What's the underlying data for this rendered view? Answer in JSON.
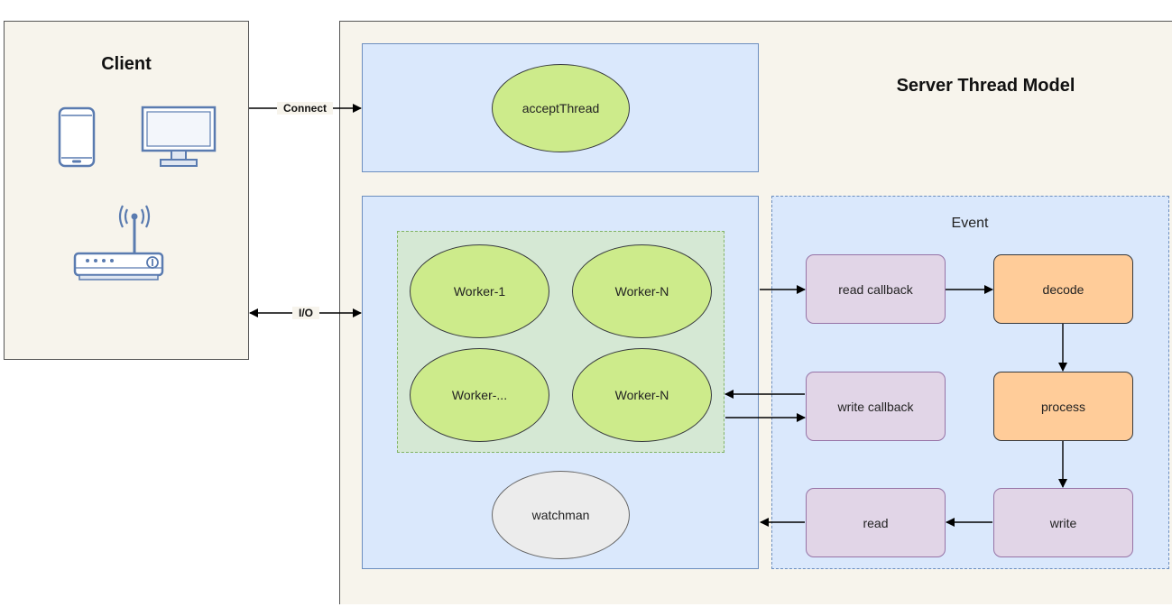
{
  "client": {
    "title": "Client",
    "device_icons": [
      "smartphone-icon",
      "monitor-icon",
      "router-icon"
    ]
  },
  "server": {
    "title": "Server Thread Model",
    "accept_thread": "acceptThread",
    "workers": [
      "Worker-1",
      "Worker-N",
      "Worker-...",
      "Worker-N"
    ],
    "watchman": "watchman",
    "event": {
      "title": "Event",
      "read_callback": "read callback",
      "decode": "decode",
      "write_callback": "write callback",
      "process": "process",
      "read": "read",
      "write": "write"
    }
  },
  "edges": {
    "connect": "Connect",
    "io": "I/O"
  },
  "colors": {
    "panel_bg": "#f7f4ec",
    "blue_fill": "#dae8fc",
    "blue_stroke": "#6c8ebf",
    "green_group_fill": "#d5e8d4",
    "ellipse_green": "#cdeb8b",
    "purple_fill": "#e1d5e7",
    "orange_fill": "#ffcc99",
    "icon_blue": "#5a7bb0"
  }
}
